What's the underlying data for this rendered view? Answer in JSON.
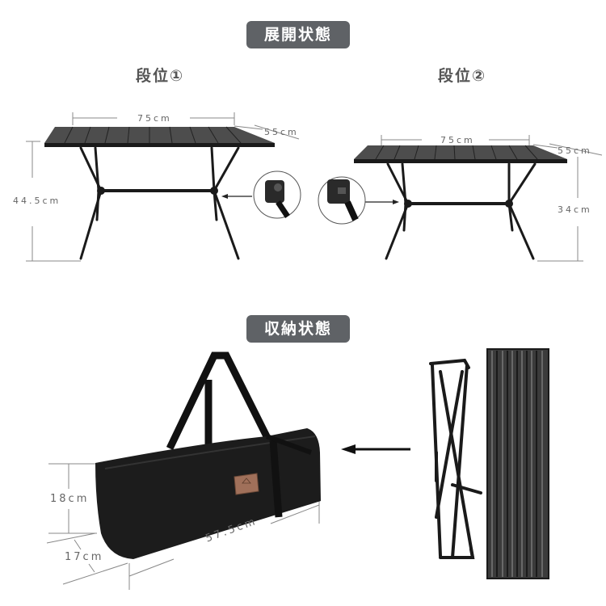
{
  "sections": {
    "expanded": {
      "title": "展開状態"
    },
    "stored": {
      "title": "収納状態"
    }
  },
  "levels": [
    {
      "title": "段位①",
      "width_label": "75cm",
      "depth_label": "55cm",
      "height_label": "44.5cm"
    },
    {
      "title": "段位②",
      "width_label": "75cm",
      "depth_label": "55cm",
      "height_label": "34cm"
    }
  ],
  "bag": {
    "height_label": "18cm",
    "depth_label": "17cm",
    "length_label": "57.5cm"
  },
  "colors": {
    "badge_bg": "#5f6266",
    "badge_text": "#ffffff",
    "dimension_text": "#666666",
    "tabletop": "#4a4a4a",
    "frame": "#1a1a1a",
    "bag": "#1c1c1c",
    "bag_patch": "#a0705a"
  }
}
